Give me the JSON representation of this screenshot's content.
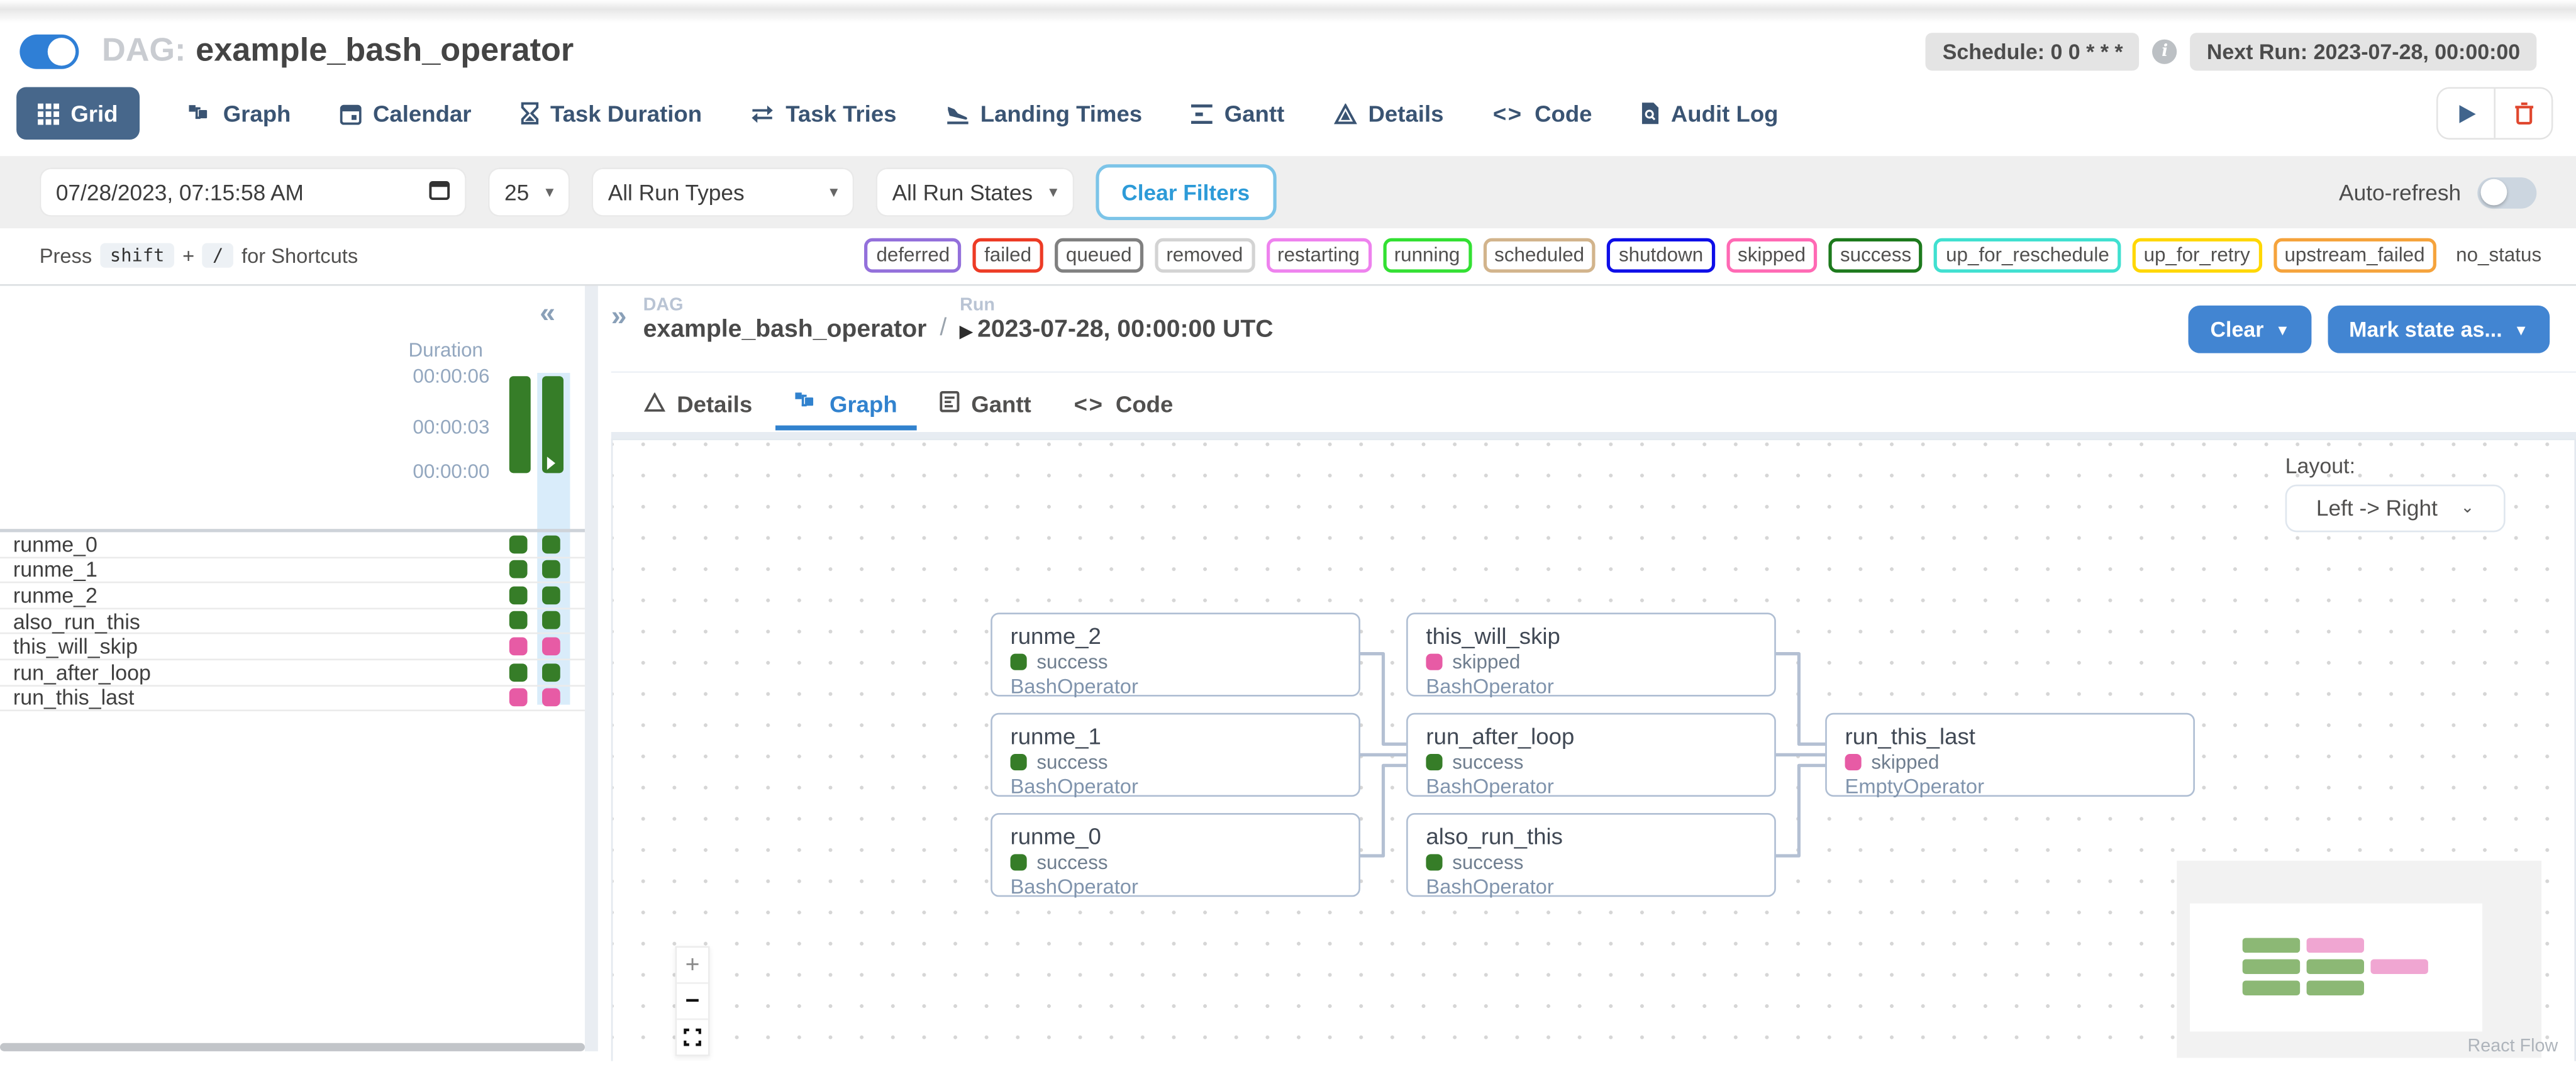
{
  "header": {
    "dag_toggle_on": true,
    "title_prefix": "DAG:",
    "title": "example_bash_operator",
    "schedule_badge": "Schedule: 0 0 * * *",
    "info_icon": "i",
    "next_run_badge": "Next Run: 2023-07-28, 00:00:00"
  },
  "nav": {
    "tabs": [
      {
        "label": "Grid",
        "active": true
      },
      {
        "label": "Graph"
      },
      {
        "label": "Calendar"
      },
      {
        "label": "Task Duration"
      },
      {
        "label": "Task Tries"
      },
      {
        "label": "Landing Times"
      },
      {
        "label": "Gantt"
      },
      {
        "label": "Details"
      },
      {
        "label": "Code"
      },
      {
        "label": "Audit Log"
      }
    ],
    "actions": {
      "play": "play",
      "delete": "delete"
    }
  },
  "filters": {
    "date_value": "07/28/2023, 07:15:58 AM",
    "page_size": "25",
    "run_types": "All Run Types",
    "run_states": "All Run States",
    "clear_label": "Clear Filters",
    "auto_refresh_label": "Auto-refresh"
  },
  "shortcuts": {
    "press": "Press",
    "shift_key": "shift",
    "plus": "+",
    "slash_key": "/",
    "suffix": "for Shortcuts"
  },
  "legend": {
    "items": [
      {
        "label": "deferred",
        "color": "#9370db"
      },
      {
        "label": "failed",
        "color": "#ed3b25"
      },
      {
        "label": "queued",
        "color": "#808080"
      },
      {
        "label": "removed",
        "color": "#d3d3d3"
      },
      {
        "label": "restarting",
        "color": "#ee82ee"
      },
      {
        "label": "running",
        "color": "#33e033"
      },
      {
        "label": "scheduled",
        "color": "#d2b48c"
      },
      {
        "label": "shutdown",
        "color": "#0e0ee8"
      },
      {
        "label": "skipped",
        "color": "#ff69b4"
      },
      {
        "label": "success",
        "color": "#1d7a1d"
      },
      {
        "label": "up_for_reschedule",
        "color": "#40e0d0"
      },
      {
        "label": "up_for_retry",
        "color": "#ffd700"
      },
      {
        "label": "upstream_failed",
        "color": "#f5a33c"
      },
      {
        "label": "no_status",
        "color": ""
      }
    ]
  },
  "grid_panel": {
    "duration_label": "Duration",
    "ticks": [
      "00:00:06",
      "00:00:03",
      "00:00:00"
    ],
    "runs": [
      {
        "state": "success"
      },
      {
        "state": "success",
        "selected": true
      }
    ],
    "tasks": [
      {
        "name": "runme_0",
        "state": "success"
      },
      {
        "name": "runme_1",
        "state": "success"
      },
      {
        "name": "runme_2",
        "state": "success"
      },
      {
        "name": "also_run_this",
        "state": "success"
      },
      {
        "name": "this_will_skip",
        "state": "skipped"
      },
      {
        "name": "run_after_loop",
        "state": "success"
      },
      {
        "name": "run_this_last",
        "state": "skipped"
      }
    ]
  },
  "run_panel": {
    "breadcrumb": {
      "dag_label": "DAG",
      "dag_name": "example_bash_operator",
      "separator": "/",
      "run_label": "Run",
      "run_name": "2023-07-28, 00:00:00 UTC"
    },
    "actions": {
      "clear": "Clear",
      "mark_state": "Mark state as..."
    },
    "tabs": [
      {
        "label": "Details"
      },
      {
        "label": "Graph",
        "active": true
      },
      {
        "label": "Gantt"
      },
      {
        "label": "Code"
      }
    ],
    "layout_label": "Layout:",
    "layout_value": "Left -> Right",
    "attribution": "React Flow"
  },
  "graph": {
    "nodes": [
      {
        "id": "runme_2",
        "state": "success",
        "operator": "BashOperator"
      },
      {
        "id": "this_will_skip",
        "state": "skipped",
        "operator": "BashOperator"
      },
      {
        "id": "runme_1",
        "state": "success",
        "operator": "BashOperator"
      },
      {
        "id": "run_after_loop",
        "state": "success",
        "operator": "BashOperator"
      },
      {
        "id": "runme_0",
        "state": "success",
        "operator": "BashOperator"
      },
      {
        "id": "also_run_this",
        "state": "success",
        "operator": "BashOperator"
      },
      {
        "id": "run_this_last",
        "state": "skipped",
        "operator": "EmptyOperator"
      }
    ],
    "edges": [
      [
        "runme_0",
        "run_after_loop"
      ],
      [
        "runme_1",
        "run_after_loop"
      ],
      [
        "runme_2",
        "run_after_loop"
      ],
      [
        "this_will_skip",
        "run_this_last"
      ],
      [
        "run_after_loop",
        "run_this_last"
      ],
      [
        "also_run_this",
        "run_this_last"
      ]
    ]
  }
}
